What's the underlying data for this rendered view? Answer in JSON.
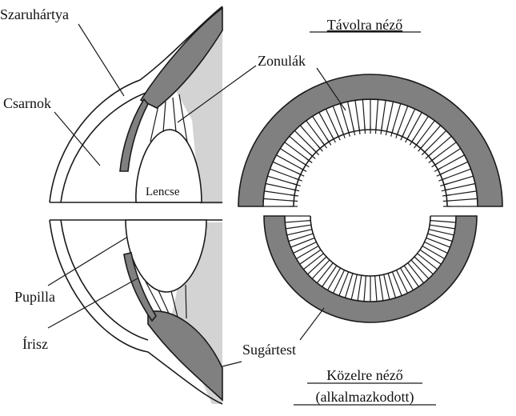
{
  "labels": {
    "cornea": "Szaruhártya",
    "anterior_chamber": "Csarnok",
    "lens": "Lencse",
    "zonules": "Zonulák",
    "pupil": "Pupilla",
    "iris": "Írisz",
    "ciliary_body": "Sugártest"
  },
  "states": {
    "far": {
      "title": "Távolra néző"
    },
    "near": {
      "title_line1": "Közelre néző",
      "title_line2": "(alkalmazkodott)"
    }
  },
  "colors": {
    "ciliary_body": "#808080",
    "vitreous": "#d3d3d3",
    "line": "#1a1a1a",
    "background": "#ffffff"
  }
}
